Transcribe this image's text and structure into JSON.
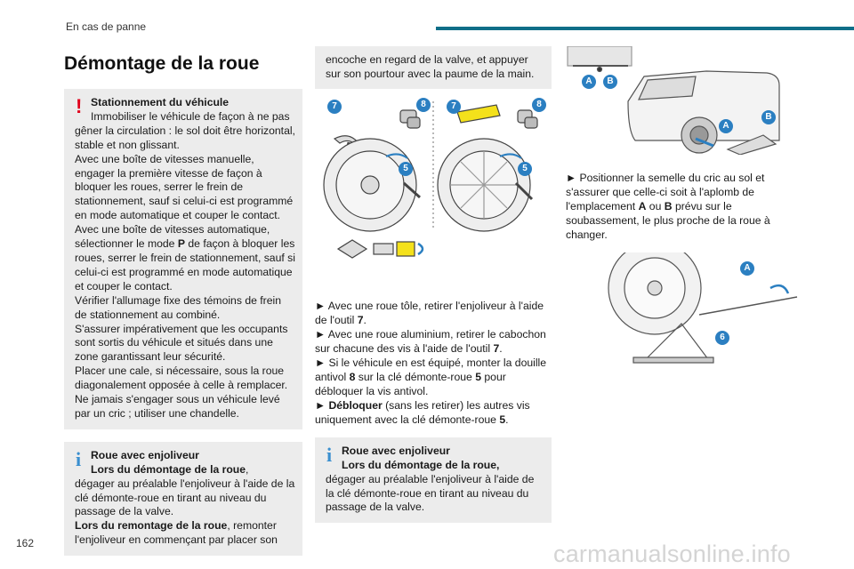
{
  "header": {
    "section_title": "En cas de panne"
  },
  "page": {
    "number": "162"
  },
  "watermark": "carmanualsonline.info",
  "col1": {
    "heading": "Démontage de la roue",
    "warning": {
      "title": "Stationnement du véhicule",
      "first": "Immobiliser le véhicule de façon à ne pas",
      "body1": "gêner la circulation : le sol doit être horizontal, stable et non glissant.",
      "body2": "Avec une boîte de vitesses manuelle, engager la première vitesse de façon à bloquer les roues, serrer le frein de stationnement, sauf si celui-ci est programmé en mode automatique et couper le contact.",
      "body3a": "Avec une boîte de vitesses automatique, sélectionner le mode ",
      "body3b": "P",
      "body3c": " de façon à bloquer les roues, serrer le frein de stationnement, sauf si celui-ci est programmé en mode automatique et couper le contact.",
      "body4": "Vérifier l'allumage fixe des témoins de frein de stationnement au combiné.",
      "body5": "S'assurer impérativement que les occupants sont sortis du véhicule et situés dans une zone garantissant leur sécurité.",
      "body6": "Placer une cale, si nécessaire, sous la roue diagonalement opposée à celle à remplacer.",
      "body7": "Ne jamais s'engager sous un véhicule levé par un cric ; utiliser une chandelle."
    },
    "info": {
      "title": "Roue avec enjoliveur",
      "sub": "Lors du démontage de la roue",
      "sub_tail": ",",
      "body1": "dégager au préalable l'enjoliveur à l'aide de la clé démonte-roue en tirant au niveau du passage de la valve.",
      "sub2": "Lors du remontage de la roue",
      "body2": ", remonter l'enjoliveur en commençant par placer son"
    }
  },
  "col2": {
    "cont_text": "encoche en regard de la valve, et appuyer sur son pourtour avec la paume de la main.",
    "fig_labels": {
      "tool7": "7",
      "socket8": "8",
      "key5": "5"
    },
    "steps": [
      {
        "a": "► Avec une roue tôle, retirer l'enjoliveur à l'aide de l'outil ",
        "b": "7",
        "c": "."
      },
      {
        "a": "► Avec une roue aluminium, retirer le cabochon sur chacune des vis à l'aide de l'outil ",
        "b": "7",
        "c": "."
      },
      {
        "a": "► Si le véhicule en est équipé, monter la douille antivol ",
        "b": "8",
        "c": " sur la clé démonte-roue ",
        "d": "5",
        "e": " pour débloquer la vis antivol."
      },
      {
        "a": "► ",
        "b": "Débloquer",
        "c": " (sans les retirer) les autres vis uniquement avec la clé démonte-roue ",
        "d": "5",
        "e": "."
      }
    ],
    "info": {
      "title": "Roue avec enjoliveur",
      "sub": "Lors du démontage de la roue,",
      "body": "dégager au préalable l'enjoliveur à l'aide de la clé démonte-roue en tirant au niveau du passage de la valve."
    }
  },
  "col3": {
    "fig_labels": {
      "a": "A",
      "b": "B",
      "jack": "6"
    },
    "step1": {
      "a": "► Positionner la semelle du cric au sol et s'assurer que celle-ci soit à l'aplomb de l'emplacement ",
      "b": "A",
      "c": " ou ",
      "d": "B",
      "e": " prévu sur le soubassement, le plus proche de la roue à changer."
    }
  }
}
